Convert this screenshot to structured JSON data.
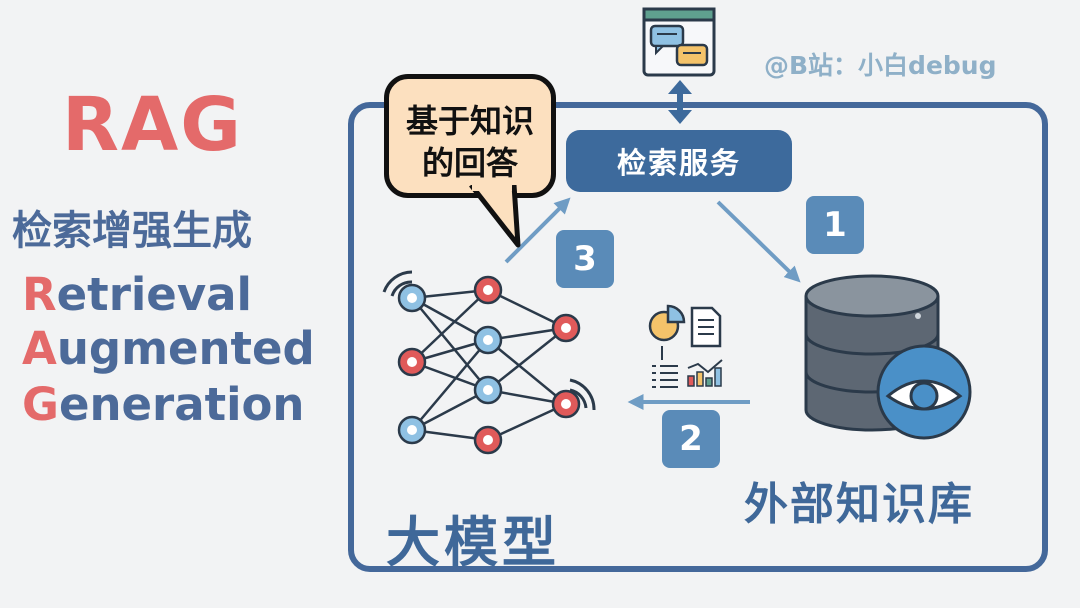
{
  "title": "RAG",
  "subtitle": "检索增强生成",
  "acronym": [
    {
      "first": "R",
      "rest": "etrieval"
    },
    {
      "first": "A",
      "rest": "ugmented"
    },
    {
      "first": "G",
      "rest": "eneration"
    }
  ],
  "bubble_lines": [
    "基于知识",
    "的回答"
  ],
  "search_service": "检索服务",
  "steps": [
    "1",
    "2",
    "3"
  ],
  "knowledge_base_label": "外部知识库",
  "llm_label": "大模型",
  "watermark": "@B站：小白debug",
  "colors": {
    "accent_red": "#e46a6a",
    "primary_blue": "#44689a",
    "badge_blue": "#5a8bb8",
    "bubble_fill": "#fce0bf",
    "background": "#f2f3f4"
  },
  "icons": [
    "chat-window-icon",
    "neural-network-icon",
    "database-icon",
    "eye-icon",
    "pie-chart-icon",
    "document-icon",
    "list-icon",
    "bar-chart-icon"
  ]
}
